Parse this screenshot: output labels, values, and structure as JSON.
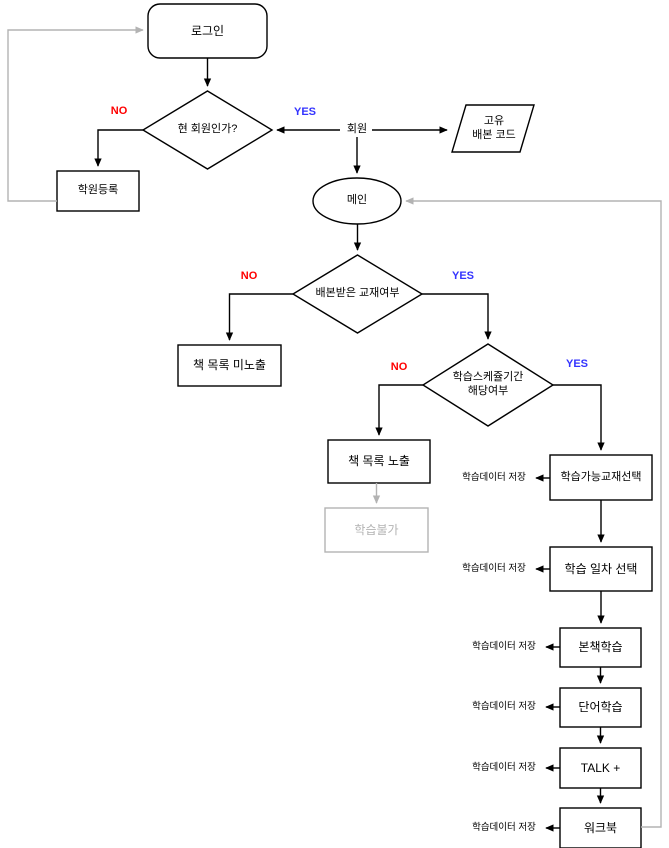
{
  "diagram": {
    "title": "Learning App User Flow Flowchart",
    "colors": {
      "stroke": "#000000",
      "muted_stroke": "#b3b3b3",
      "yes_label": "#3333ff",
      "no_label": "#ff0000",
      "background": "#ffffff"
    },
    "nodes": [
      {
        "id": "login",
        "shape": "rounded-rect",
        "label": "로그인"
      },
      {
        "id": "is-member",
        "shape": "diamond",
        "label": "현 회원인가?"
      },
      {
        "id": "academy-signup",
        "shape": "rect",
        "label": "학원등록"
      },
      {
        "id": "member",
        "shape": "junction-label",
        "label": "회원"
      },
      {
        "id": "unique-code",
        "shape": "parallelogram",
        "label": "고유\n배본 코드"
      },
      {
        "id": "main",
        "shape": "ellipse",
        "label": "메인"
      },
      {
        "id": "has-textbook",
        "shape": "diamond",
        "label": "배본받은 교재여부"
      },
      {
        "id": "book-list-hidden",
        "shape": "rect",
        "label": "책 목록 미노출"
      },
      {
        "id": "schedule-period",
        "shape": "diamond",
        "label": "학습스케쥴기간\n해당여부"
      },
      {
        "id": "book-list-shown",
        "shape": "rect",
        "label": "책 목록 노출"
      },
      {
        "id": "cannot-study",
        "shape": "rect-muted",
        "label": "학습불가"
      },
      {
        "id": "select-textbook",
        "shape": "rect",
        "label": "학습가능교재선택"
      },
      {
        "id": "select-day",
        "shape": "rect",
        "label": "학습 일차 선택"
      },
      {
        "id": "main-book-study",
        "shape": "rect",
        "label": "본책학습"
      },
      {
        "id": "word-study",
        "shape": "rect",
        "label": "단어학습"
      },
      {
        "id": "talk-plus",
        "shape": "rect",
        "label": "TALK +"
      },
      {
        "id": "workbook",
        "shape": "rect",
        "label": "워크북"
      }
    ],
    "edge_labels": {
      "is_member_no": "NO",
      "is_member_yes": "YES",
      "has_textbook_no": "NO",
      "has_textbook_yes": "YES",
      "schedule_no": "NO",
      "schedule_yes": "YES"
    },
    "save_labels": [
      {
        "id": "save-1",
        "label": "학습데이터 저장",
        "for": "select-textbook"
      },
      {
        "id": "save-2",
        "label": "학습데이터 저장",
        "for": "select-day"
      },
      {
        "id": "save-3",
        "label": "학습데이터 저장",
        "for": "main-book-study"
      },
      {
        "id": "save-4",
        "label": "학습데이터 저장",
        "for": "word-study"
      },
      {
        "id": "save-5",
        "label": "학습데이터 저장",
        "for": "talk-plus"
      },
      {
        "id": "save-6",
        "label": "학습데이터 저장",
        "for": "workbook"
      }
    ]
  }
}
